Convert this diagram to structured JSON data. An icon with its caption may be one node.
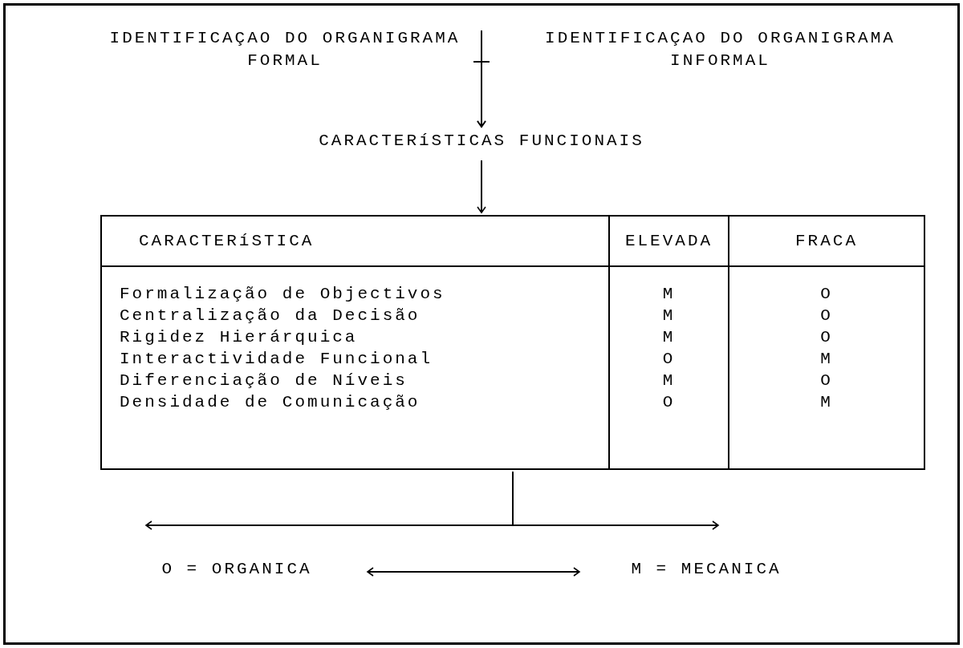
{
  "diagram": {
    "nodes": [
      {
        "text": [
          "IDENTIFICAÇAO DO ORGANIGRAMA FORMAL"
        ]
      },
      {
        "text": [
          "IDENTIFICAÇAO DO ORGANIGRAMA INFORMAL"
        ]
      },
      {
        "text": [
          "CARACTERíSTICAS FUNCIONAIS"
        ]
      },
      {
        "text": [],
        "shape": "box"
      },
      {
        "text": [
          "O = ORGANICA"
        ]
      },
      {
        "text": [
          "M = MECANICA"
        ]
      }
    ],
    "edges": [
      {
        "from": 0,
        "to": 2,
        "arrow": "to"
      },
      {
        "from": 1,
        "to": 2,
        "arrow": "to"
      },
      {
        "from": 2,
        "to": 3,
        "arrow": "to"
      },
      {
        "from": 3,
        "to": null,
        "arrow": "to"
      },
      {
        "from": 3,
        "to": null,
        "arrow": "to"
      },
      {
        "from": 4,
        "to": 5,
        "arrow": "both"
      }
    ],
    "labels": [
      "CARACTERíSTICA",
      "ELEVADA",
      "FRACA",
      "Formalização de Objectivos",
      "M",
      "O",
      "Centralização da Decisão",
      "M",
      "O",
      "Rigidez Hierárquica",
      "M",
      "O",
      "Interactividade Funcional",
      "O",
      "M",
      "Diferenciação de Níveis",
      "M",
      "O",
      "Densidade de Comunicação",
      "O",
      "M"
    ]
  }
}
